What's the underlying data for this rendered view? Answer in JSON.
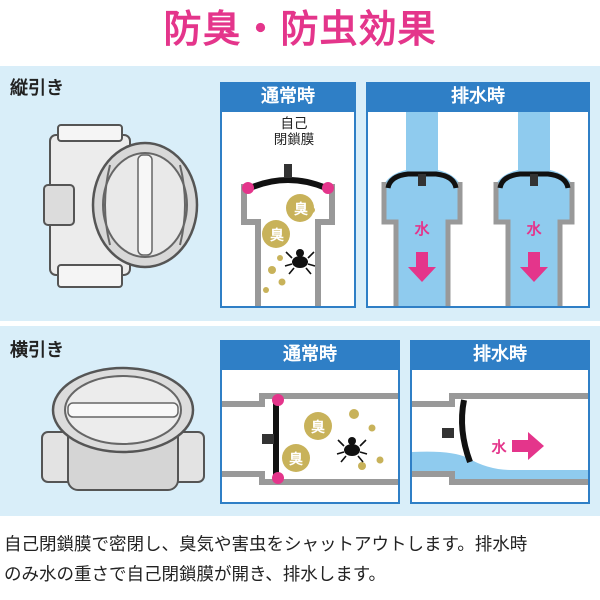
{
  "title": "防臭・防虫効果",
  "vertical": {
    "label": "縦引き",
    "normal": {
      "header": "通常時",
      "membrane_label_line1": "自己",
      "membrane_label_line2": "閉鎖膜",
      "smell": "臭"
    },
    "drain": {
      "header": "排水時",
      "water": "水"
    }
  },
  "horizontal": {
    "label": "横引き",
    "normal": {
      "header": "通常時",
      "smell": "臭"
    },
    "drain": {
      "header": "排水時",
      "water": "水"
    }
  },
  "caption_line1": "自己閉鎖膜で密閉し、臭気や害虫をシャットアウトします。排水時",
  "caption_line2": "のみ水の重さで自己閉鎖膜が開き、排水します。",
  "colors": {
    "title": "#e4358b",
    "header": "#2f7fc6",
    "panel_bg": "#d9eef9",
    "water": "#8fcbee",
    "odor": "#c8b25a",
    "accent_pink": "#e4358b"
  }
}
